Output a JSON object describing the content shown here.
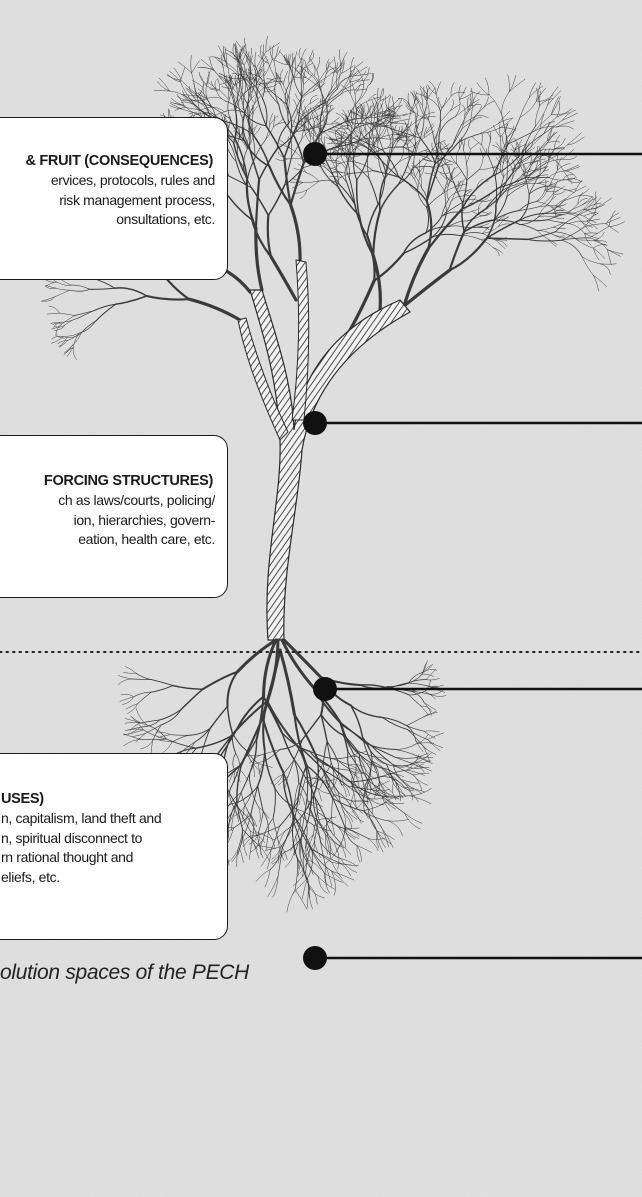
{
  "cards": [
    {
      "title": "& FRUIT (CONSEQUENCES)",
      "lines": [
        "ervices, protocols, rules and",
        "risk management process,",
        "onsultations, etc."
      ]
    },
    {
      "title": "FORCING STRUCTURES)",
      "lines": [
        "ch as laws/courts, policing/",
        "ion, hierarchies, govern-",
        "eation, health care, etc."
      ]
    },
    {
      "title": "USES)",
      "lines": [
        "n, capitalism, land theft and",
        "n, spiritual disconnect to",
        "rn rational thought and",
        "eliefs, etc."
      ]
    }
  ],
  "caption": "olution spaces of the PECH",
  "colors": {
    "background": "#e3e3e3",
    "card_border": "#1a1a1a",
    "connector": "#111111",
    "tree_ink": "#3a3a3a"
  }
}
